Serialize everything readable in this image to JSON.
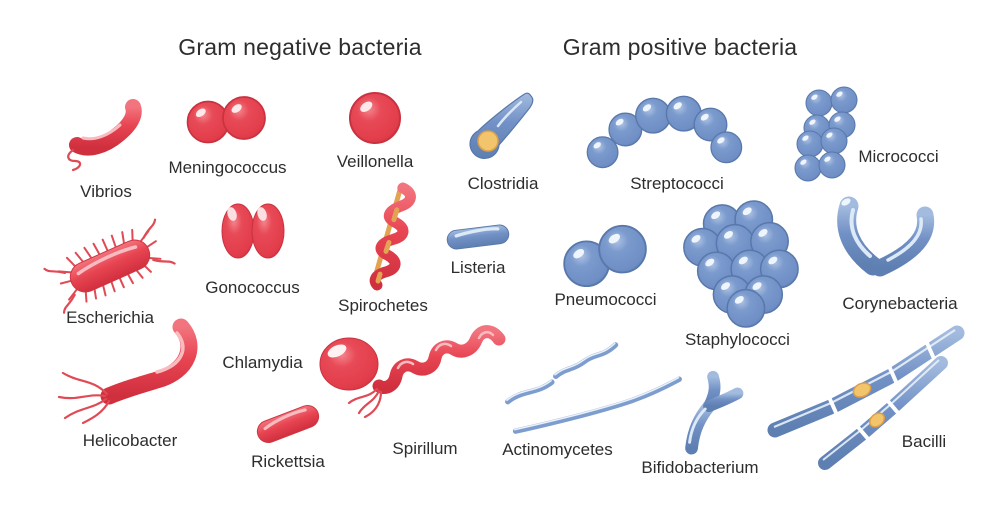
{
  "colors": {
    "gram_negative_red": "#e8424f",
    "gram_negative_red_dark": "#c93240",
    "gram_positive_blue": "#7191c6",
    "gram_positive_blue_dark": "#5878ab",
    "spore_yellow": "#f2c46b",
    "text": "#2d2d2d",
    "background": "#ffffff"
  },
  "sections": [
    {
      "id": "gram-negative",
      "title": "Gram negative bacteria",
      "items": [
        {
          "label": "Vibrios"
        },
        {
          "label": "Meningococcus"
        },
        {
          "label": "Veillonella"
        },
        {
          "label": "Escherichia"
        },
        {
          "label": "Gonococcus"
        },
        {
          "label": "Spirochetes"
        },
        {
          "label": "Helicobacter"
        },
        {
          "label": "Chlamydia"
        },
        {
          "label": "Rickettsia"
        },
        {
          "label": "Spirillum"
        }
      ]
    },
    {
      "id": "gram-positive",
      "title": "Gram positive bacteria",
      "items": [
        {
          "label": "Clostridia"
        },
        {
          "label": "Streptococci"
        },
        {
          "label": "Micrococci"
        },
        {
          "label": "Listeria"
        },
        {
          "label": "Pneumococci"
        },
        {
          "label": "Staphylococci"
        },
        {
          "label": "Corynebacteria"
        },
        {
          "label": "Actinomycetes"
        },
        {
          "label": "Bifidobacterium"
        },
        {
          "label": "Bacilli"
        }
      ]
    }
  ]
}
